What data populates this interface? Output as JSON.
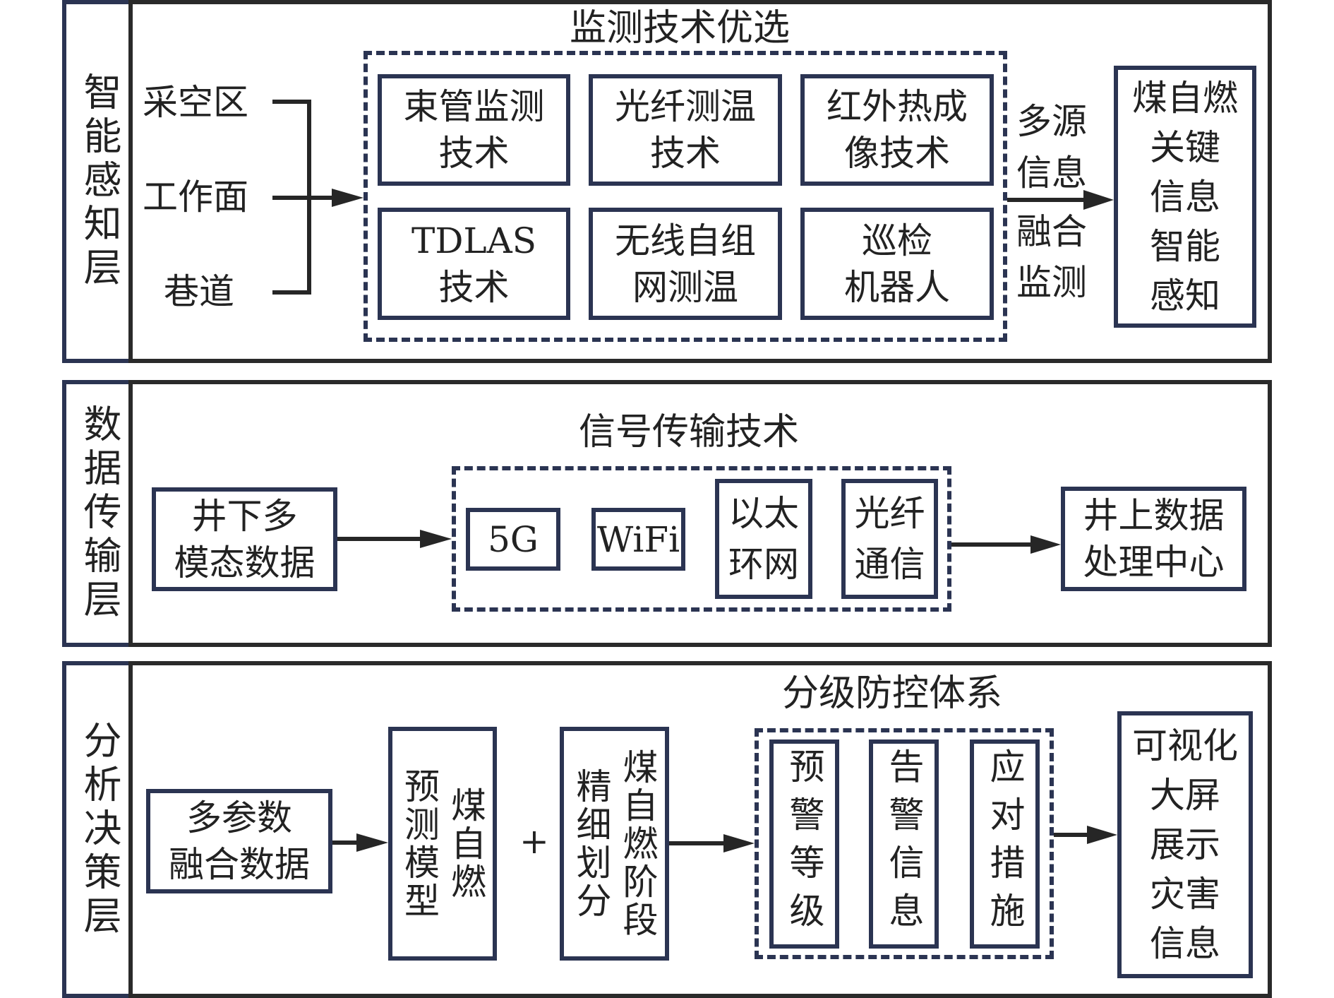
{
  "layers": [
    {
      "label": "智能感知层",
      "sources": [
        "采空区",
        "工作面",
        "巷道"
      ],
      "group_title": "监测技术优选",
      "techniques": [
        "束管监测\n技术",
        "光纤测温\n技术",
        "红外热成\n像技术",
        "TDLAS\n技术",
        "无线自组\n网测温",
        "巡检\n机器人"
      ],
      "arrow_label": [
        "多源",
        "信息",
        "融合",
        "监测"
      ],
      "output": "煤自燃\n关键\n信息\n智能\n感知"
    },
    {
      "label": "数据传输层",
      "input": "井下多\n模态数据",
      "group_title": "信号传输技术",
      "channels": [
        "5G",
        "WiFi",
        "以太\n环网",
        "光纤\n通信"
      ],
      "output": "井上数据\n处理中心"
    },
    {
      "label": "分析决策层",
      "input": "多参数\n融合数据",
      "model": "煤自燃\n预测模型",
      "plus": "+",
      "stage": "煤自燃阶段\n精细划分",
      "group_title": "分级防控体系",
      "controls": [
        "预警等级",
        "告警信息",
        "应对措施"
      ],
      "output": "可视化\n大屏\n展示\n灾害\n信息"
    }
  ],
  "colors": {
    "box_border": "#2b3452",
    "frame_border": "#2a2a2a",
    "text": "#222222"
  }
}
